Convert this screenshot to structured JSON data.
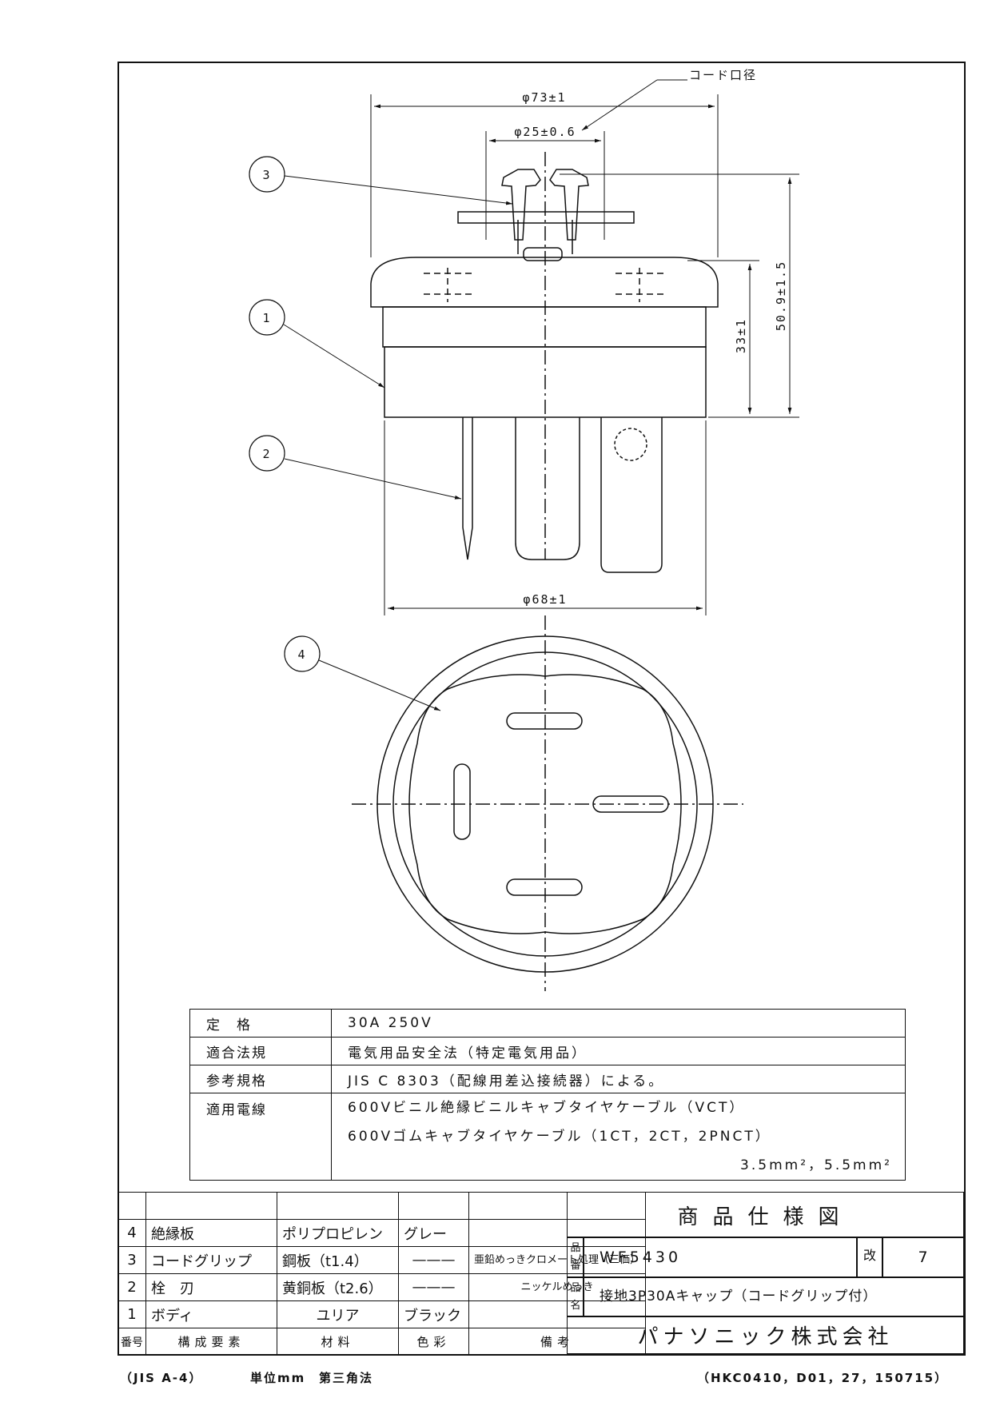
{
  "drawing": {
    "cord_diameter_label": "コード口径",
    "dim_outer": "φ73±1",
    "dim_cord": "φ25±0.6",
    "dim_height_total": "50.9±1.5",
    "dim_height_body": "33±1",
    "dim_bottom": "φ68±1",
    "balloons": [
      "1",
      "2",
      "3",
      "4"
    ]
  },
  "specs": [
    {
      "label": "定　格",
      "lines": [
        "30A 250V"
      ]
    },
    {
      "label": "適合法規",
      "lines": [
        "電気用品安全法（特定電気用品）"
      ]
    },
    {
      "label": "参考規格",
      "lines": [
        "JIS C 8303（配線用差込接続器）による。"
      ]
    },
    {
      "label": "適用電線",
      "lines": [
        "600Vビニル絶縁ビニルキャブタイヤケーブル（VCT）",
        "600Vゴムキャブタイヤケーブル（1CT，2CT，2PNCT）",
        "3.5mm²，5.5mm²"
      ]
    }
  ],
  "parts": [
    {
      "no": "4",
      "name": "絶縁板",
      "material": "ポリプロピレン",
      "color": "グレー",
      "note": ""
    },
    {
      "no": "3",
      "name": "コードグリップ",
      "material": "鋼板（t1.4）",
      "color": "———",
      "note": "亜鉛めっきクロメート処理（三価）"
    },
    {
      "no": "2",
      "name": "栓　刃",
      "material": "黄銅板（t2.6）",
      "color": "———",
      "note": "ニッケルめっき"
    },
    {
      "no": "1",
      "name": "ボディ",
      "material": "ユリア",
      "color": "ブラック",
      "note": ""
    }
  ],
  "parts_header": {
    "no": "番号",
    "name": "構成要素",
    "material": "材料",
    "color": "色彩",
    "note": "備考"
  },
  "title_block": {
    "title": "商品仕様図",
    "part_no_label": "品番",
    "part_no": "WF5430",
    "rev_label": "改",
    "rev": "7",
    "name_label": "品名",
    "product_name": "接地3P30Aキャップ（コードグリップ付）",
    "company": "パナソニック株式会社"
  },
  "footer": {
    "paper": "（JIS A-4）",
    "unit": "単位mm",
    "projection": "第三角法",
    "doc_code": "（HKC0410，D01，27，150715）"
  }
}
